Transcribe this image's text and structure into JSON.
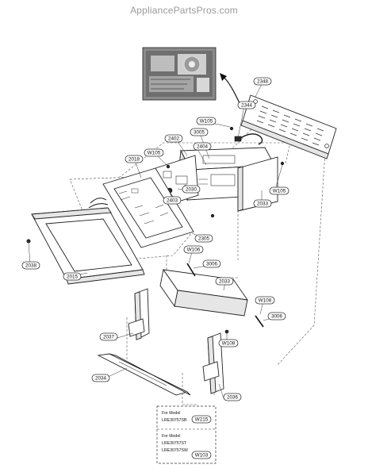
{
  "watermark": "AppliancePartsPros.com",
  "labels": {
    "l2015": "2015",
    "l2018": "2018",
    "l2030": "2030",
    "l2033a": "2033",
    "l2033b": "2033",
    "l2034": "2034",
    "l2036": "2036",
    "l2037": "2037",
    "l2038": "2038",
    "l2305": "2305",
    "l2348": "2348",
    "l2402": "2402",
    "l2403": "2403",
    "l2404": "2404",
    "l2344": "2344",
    "l3005": "3005",
    "l3006a": "3006",
    "l3006b": "3006",
    "lw105a": "W105",
    "lw105b": "W105",
    "lw105c": "W105",
    "lw106": "W106",
    "lw108a": "W108",
    "lw108b": "W108",
    "lw215": "W215",
    "lw103": "W103"
  },
  "note": {
    "line1": "For Model",
    "line2": "LRE30757SB",
    "line3": "For Model",
    "line4": "LRE30757ST",
    "line5": "LRE30757SW"
  }
}
